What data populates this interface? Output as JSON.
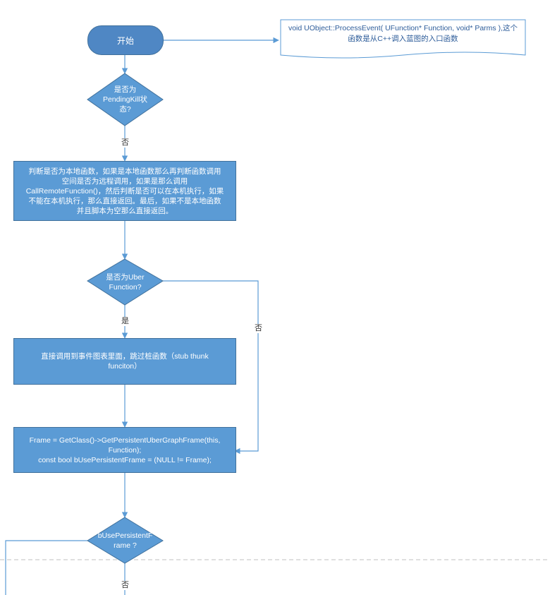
{
  "nodes": {
    "start": "开始",
    "note": [
      "void UObject::ProcessEvent( UFunction* Function, void* Parms ),这个",
      "函数是从C++调入蓝图的入口函数"
    ],
    "decision_pending": [
      "是否为",
      "PendingKill状",
      "态?"
    ],
    "process_native": [
      "判断是否为本地函数，如果是本地函数那么再判断函数调用",
      "空间是否为远程调用，如果是那么调用",
      "CallRemoteFunction()，然后判断是否可以在本机执行，如果",
      "不能在本机执行，那么直接返回。最后，如果不是本地函数",
      "并且脚本为空那么直接返回。"
    ],
    "decision_uber": [
      "是否为Uber",
      "Function?"
    ],
    "process_event_graph": [
      "直接调用到事件图表里面，跳过桩函数（stub thunk",
      "funciton）"
    ],
    "process_frame": [
      "Frame = GetClass()->GetPersistentUberGraphFrame(this,",
      "Function);",
      "const bool bUsePersistentFrame = (NULL != Frame);"
    ],
    "decision_persistent": [
      "bUsePersistentF",
      "rame ?"
    ]
  },
  "edge_labels": {
    "pending_no": "否",
    "uber_yes": "是",
    "uber_no": "否",
    "persistent_no": "否"
  },
  "colors": {
    "shape_fill": "#5b9bd5",
    "start_fill": "#4f87c4",
    "shape_border": "#41719c",
    "connector": "#5b9bd5",
    "note_text": "#2e5d9a",
    "page_break": "#bfbfbf"
  }
}
